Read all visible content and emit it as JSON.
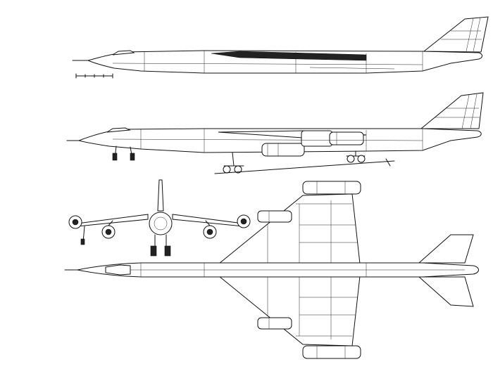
{
  "drawing": {
    "background": "#ffffff",
    "line_color": "#111111",
    "views": [
      {
        "id": "side-view-upper"
      },
      {
        "id": "side-view-gear-down"
      },
      {
        "id": "front-view"
      },
      {
        "id": "top-view"
      }
    ]
  }
}
